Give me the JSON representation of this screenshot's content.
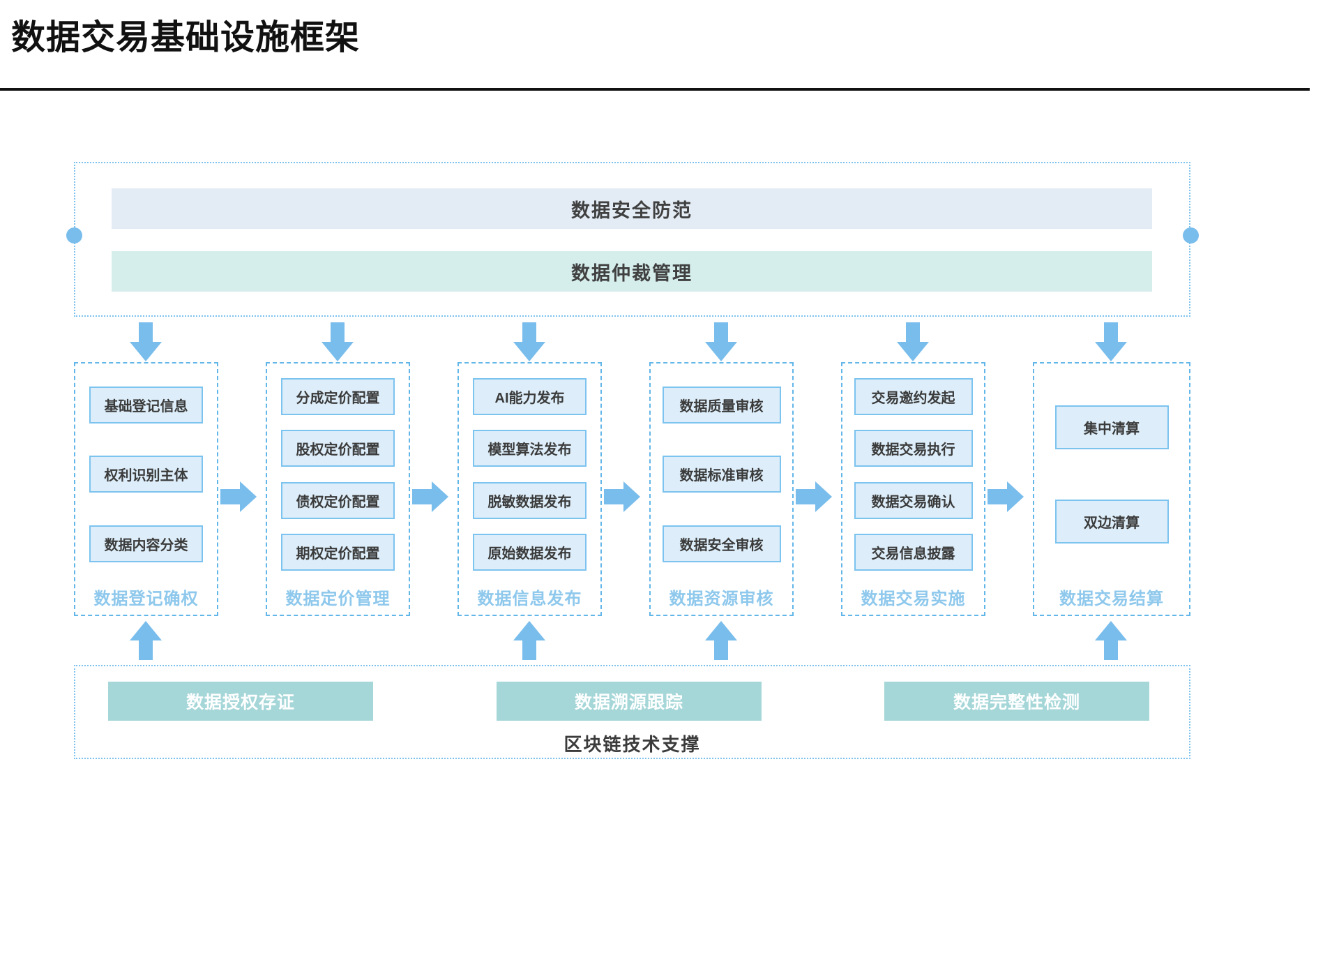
{
  "title": "数据交易基础设施框架",
  "governance": {
    "bands": [
      {
        "label": "数据安全防范",
        "color": "#e3ebf5"
      },
      {
        "label": "数据仲裁管理",
        "color": "#d5eeec"
      }
    ]
  },
  "stages": [
    {
      "label": "数据登记确权",
      "items": [
        "基础登记信息",
        "权利识别主体",
        "数据内容分类"
      ]
    },
    {
      "label": "数据定价管理",
      "items": [
        "分成定价配置",
        "股权定价配置",
        "债权定价配置",
        "期权定价配置"
      ]
    },
    {
      "label": "数据信息发布",
      "items": [
        "AI能力发布",
        "模型算法发布",
        "脱敏数据发布",
        "原始数据发布"
      ]
    },
    {
      "label": "数据资源审核",
      "items": [
        "数据质量审核",
        "数据标准审核",
        "数据安全审核"
      ]
    },
    {
      "label": "数据交易实施",
      "items": [
        "交易邀约发起",
        "数据交易执行",
        "数据交易确认",
        "交易信息披露"
      ]
    },
    {
      "label": "数据交易结算",
      "items": [
        "集中清算",
        "双边清算"
      ]
    }
  ],
  "blockchain": {
    "caption": "区块链技术支撑",
    "boxes": [
      "数据授权存证",
      "数据溯源跟踪",
      "数据完整性检测"
    ]
  },
  "colors": {
    "accent_blue": "#79bdec",
    "box_fill": "#ddeefa",
    "box_border": "#7cc3ef",
    "stage_label": "#8ec8ec",
    "security_band": "#e3ebf5",
    "arbitration_band": "#d5eeec",
    "chain_box": "#a5d6d8"
  }
}
